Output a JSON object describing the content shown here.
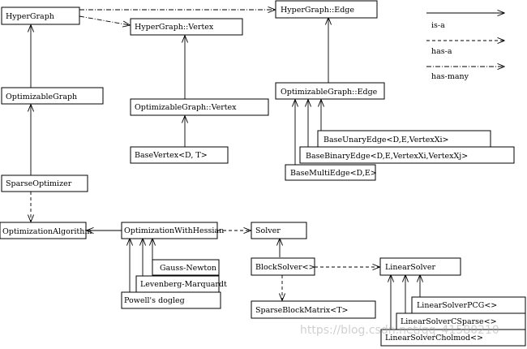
{
  "nodes": {
    "hypergraph": "HyperGraph",
    "hypergraph_vertex": "HyperGraph::Vertex",
    "hypergraph_edge": "HyperGraph::Edge",
    "optimizable_graph": "OptimizableGraph",
    "optimizable_graph_vertex": "OptimizableGraph::Vertex",
    "optimizable_graph_edge": "OptimizableGraph::Edge",
    "base_vertex": "BaseVertex<D, T>",
    "base_unary_edge": "BaseUnaryEdge<D,E,VertexXi>",
    "base_binary_edge": "BaseBinaryEdge<D,E,VertexXi,VertexXj>",
    "base_multi_edge": "BaseMultiEdge<D,E>",
    "sparse_optimizer": "SparseOptimizer",
    "optimization_algorithm": "OptimizationAlgorithm",
    "optimization_with_hessian": "OptimizationWithHessian",
    "gauss_newton": "Gauss-Newton",
    "levenberg_marquardt": "Levenberg-Marquardt",
    "powells_dogleg": "Powell's dogleg",
    "solver": "Solver",
    "block_solver": "BlockSolver<>",
    "linear_solver": "LinearSolver",
    "sparse_block_matrix": "SparseBlockMatrix<T>",
    "linear_solver_pcg": "LinearSolverPCG<>",
    "linear_solver_csparse": "LinearSolverCSparse<>",
    "linear_solver_cholmod": "LinearSolverCholmod<>"
  },
  "legend": {
    "is_a": "is-a",
    "has_a": "has-a",
    "has_many": "has-many"
  },
  "watermark": "https://blog.csdn.net/qq_41580210"
}
